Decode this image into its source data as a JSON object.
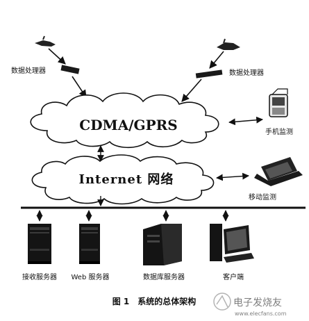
{
  "diagram": {
    "cdma_label": "CDMA/GPRS",
    "internet_label": "Internet 网络",
    "processor_left_label": "数据处理器",
    "processor_right_label": "数据处理器",
    "mobile_monitor_label": "手机监测",
    "laptop_monitor_label": "移动监测",
    "server_labels": [
      "接收服务器",
      "Web 服务器",
      "数据库服务器",
      "客户端"
    ],
    "caption": "图 1　系统的总体架构",
    "watermark_text": "电子发烧友",
    "watermark_url": "www.elecfans.com"
  }
}
